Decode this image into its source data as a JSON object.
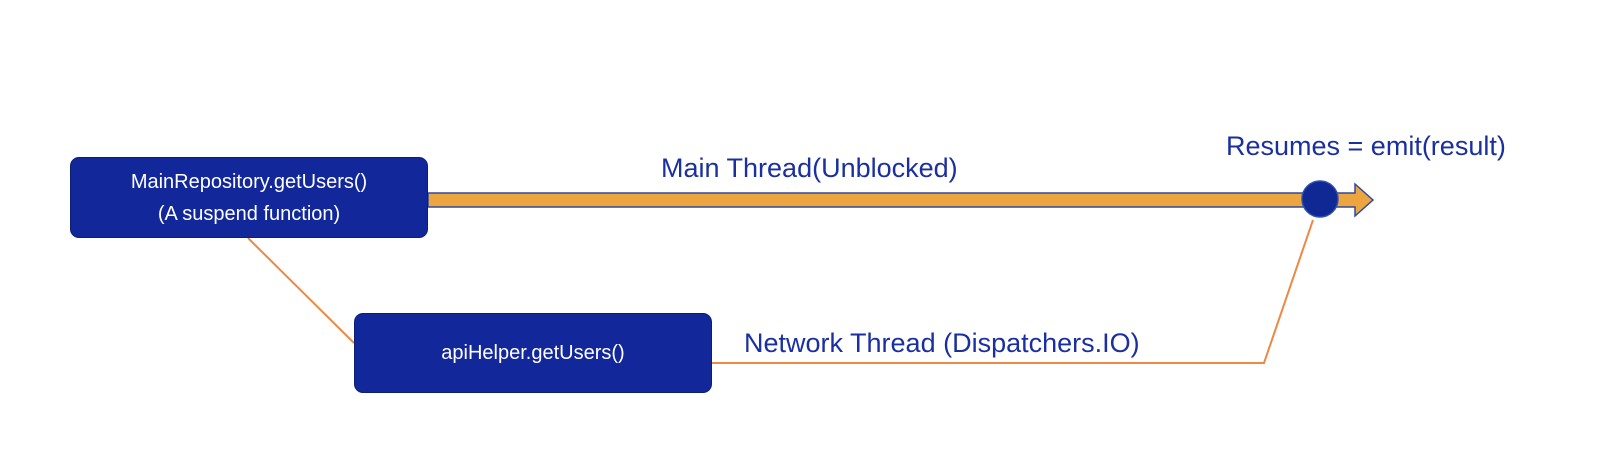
{
  "colors": {
    "box_fill": "#11279a",
    "label_text": "#1a2fa0",
    "main_thread_fill": "#eda63f",
    "network_line": "#ec8a45",
    "resume_node": "#0f2893"
  },
  "main_repository": {
    "line1": "MainRepository.getUsers()",
    "line2": "(A suspend function)"
  },
  "api_helper": {
    "label": "apiHelper.getUsers()"
  },
  "main_thread": {
    "label": "Main Thread(Unblocked)"
  },
  "network_thread": {
    "label": "Network Thread (Dispatchers.IO)"
  },
  "resume": {
    "label": "Resumes = emit(result)"
  }
}
